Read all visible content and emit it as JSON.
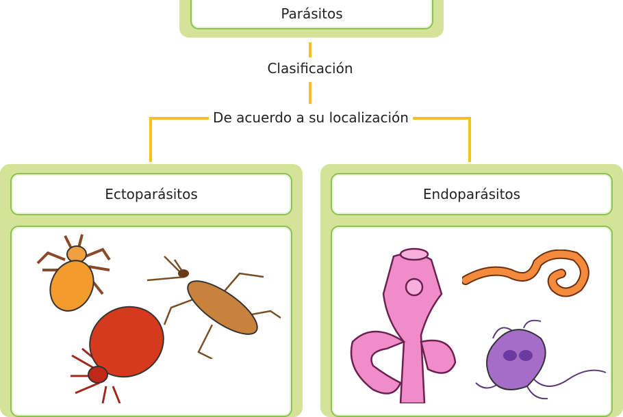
{
  "root": {
    "label": "Parásitos"
  },
  "connector": {
    "label": "Clasificación",
    "criterion": "De acuerdo a su localización"
  },
  "categories": [
    {
      "label": "Ectoparásitos",
      "illustrations": [
        "louse-icon",
        "kissing-bug-icon",
        "tick-icon"
      ]
    },
    {
      "label": "Endoparásitos",
      "illustrations": [
        "tapeworm-icon",
        "roundworm-icon",
        "giardia-icon"
      ]
    }
  ],
  "colors": {
    "panel": "#d3e397",
    "border": "#8cc152",
    "connector": "#f4c21b"
  }
}
